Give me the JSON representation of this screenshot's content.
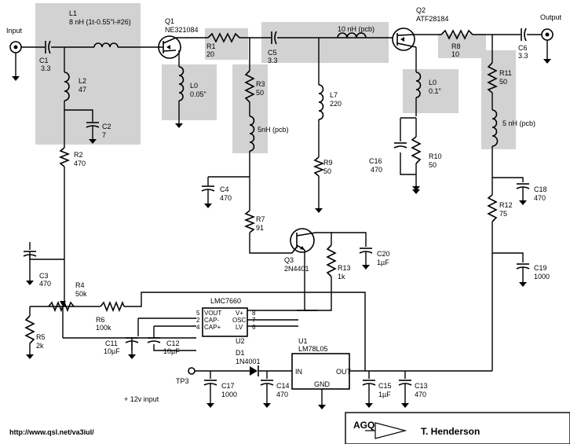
{
  "title_block": {
    "logo": "AGQ",
    "author": "T. Henderson"
  },
  "url": "http://www.qsl.net/va3iul/",
  "ports": {
    "input": "Input",
    "output": "Output",
    "tp3": "TP3",
    "supply": "+ 12v input"
  },
  "components": {
    "L1": {
      "ref": "L1",
      "value": "8 nH (1t-0.55\"l-#26)"
    },
    "C1": {
      "ref": "C1",
      "value": "3.3"
    },
    "L2": {
      "ref": "L2",
      "value": "47"
    },
    "C2": {
      "ref": "C2",
      "value": "7"
    },
    "R2": {
      "ref": "R2",
      "value": "470"
    },
    "Q1": {
      "ref": "Q1",
      "value": "NE321084"
    },
    "R1": {
      "ref": "R1",
      "value": "20"
    },
    "L0a": {
      "ref": "L0",
      "value": "0.05\""
    },
    "C5": {
      "ref": "C5",
      "value": "3.3"
    },
    "L10": {
      "value": "10 nH (pcb)"
    },
    "R3": {
      "ref": "R3",
      "value": "50"
    },
    "L5": {
      "value": "5nH (pcb)"
    },
    "L7": {
      "ref": "L7",
      "value": "220"
    },
    "R9": {
      "ref": "R9",
      "value": "50"
    },
    "Q2": {
      "ref": "Q2",
      "value": "ATF28184"
    },
    "L0b": {
      "ref": "L0",
      "value": "0.1\""
    },
    "R8": {
      "ref": "R8",
      "value": "10"
    },
    "C6": {
      "ref": "C6",
      "value": "3.3"
    },
    "R11": {
      "ref": "R11",
      "value": "50"
    },
    "L5b": {
      "value": "5 nH (pcb)"
    },
    "C16": {
      "ref": "C16",
      "value": "470"
    },
    "R10": {
      "ref": "R10",
      "value": "50"
    },
    "C4": {
      "ref": "C4",
      "value": "470"
    },
    "R7": {
      "ref": "R7",
      "value": "91"
    },
    "C18": {
      "ref": "C18",
      "value": "470"
    },
    "R12": {
      "ref": "R12",
      "value": "75"
    },
    "Q3": {
      "ref": "Q3",
      "value": "2N4401"
    },
    "R13": {
      "ref": "R13",
      "value": "1k"
    },
    "C20": {
      "ref": "C20",
      "value": "1µF"
    },
    "C3": {
      "ref": "C3",
      "value": "470"
    },
    "C19": {
      "ref": "C19",
      "value": "1000"
    },
    "R4": {
      "ref": "R4",
      "value": "50k"
    },
    "R6": {
      "ref": "R6",
      "value": "100k"
    },
    "R5": {
      "ref": "R5",
      "value": "2k"
    },
    "C11": {
      "ref": "C11",
      "value": "10µF"
    },
    "C12": {
      "ref": "C12",
      "value": "10µF"
    },
    "D1": {
      "ref": "D1",
      "value": "1N4001"
    },
    "C17": {
      "ref": "C17",
      "value": "1000"
    },
    "C14": {
      "ref": "C14",
      "value": "470"
    },
    "C15": {
      "ref": "C15",
      "value": "1µF"
    },
    "C13": {
      "ref": "C13",
      "value": "470"
    },
    "U1": {
      "ref": "U1",
      "value": "LM78L05"
    },
    "U2": {
      "ref": "U2",
      "value": "LMC7660"
    }
  },
  "ic_pins": {
    "u2": {
      "left": [
        "VOUT",
        "CAP-",
        "CAP+"
      ],
      "right": [
        "V+",
        "OSC",
        "LV"
      ],
      "left_nums": [
        "5",
        "2",
        "4"
      ],
      "right_nums": [
        "8",
        "7",
        "6"
      ]
    },
    "u1": {
      "in": "IN",
      "out": "OUT",
      "gnd": "GND"
    }
  }
}
